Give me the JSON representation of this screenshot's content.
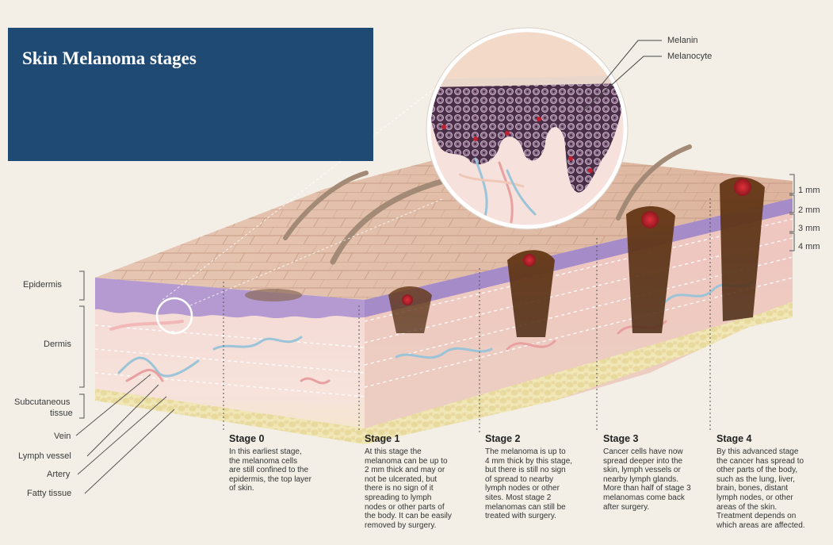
{
  "title": "Skin Melanoma stages",
  "left_labels": {
    "epidermis": "Epidermis",
    "dermis": "Dermis",
    "subcutaneous": [
      "Subcutaneous",
      "tissue"
    ],
    "vein": "Vein",
    "lymph_vessel": "Lymph vessel",
    "artery": "Artery",
    "fatty_tissue": "Fatty tissue"
  },
  "inset_labels": {
    "melanin": "Melanin",
    "melanocyte": "Melanocyte"
  },
  "depth_scale": [
    "1 mm",
    "2 mm",
    "3 mm",
    "4 mm"
  ],
  "stages": [
    {
      "title": "Stage 0",
      "lines": [
        "In this earliest stage,",
        "the melanoma cells",
        "are still confined to the",
        "epidermis, the top layer",
        "of skin."
      ]
    },
    {
      "title": "Stage 1",
      "lines": [
        "At this stage the",
        "melanoma can be up to",
        "2 mm thick and may or",
        "not be ulcerated, but",
        "there is no sign of it",
        "spreading to lymph",
        "nodes or other parts of",
        "the body. It can be easily",
        "removed by surgery."
      ]
    },
    {
      "title": "Stage 2",
      "lines": [
        "The melanoma is up to",
        "4 mm thick by this stage,",
        "but there is still no sign",
        "of spread to nearby",
        "lymph nodes or other",
        "sites. Most stage 2",
        "melanomas can still be",
        "treated with surgery."
      ]
    },
    {
      "title": "Stage 3",
      "lines": [
        "Cancer cells have now",
        "spread deeper into the",
        "skin, lymph vessels or",
        "nearby lymph glands.",
        "More than half of stage 3",
        "melanomas come back",
        "after surgery."
      ]
    },
    {
      "title": "Stage 4",
      "lines": [
        "By this advanced stage",
        "the cancer has spread to",
        "other parts of the body,",
        "such as the lung, liver,",
        "brain, bones, distant",
        "lymph nodes, or other",
        "areas of the skin.",
        "Treatment depends on",
        "which areas are affected."
      ]
    }
  ]
}
